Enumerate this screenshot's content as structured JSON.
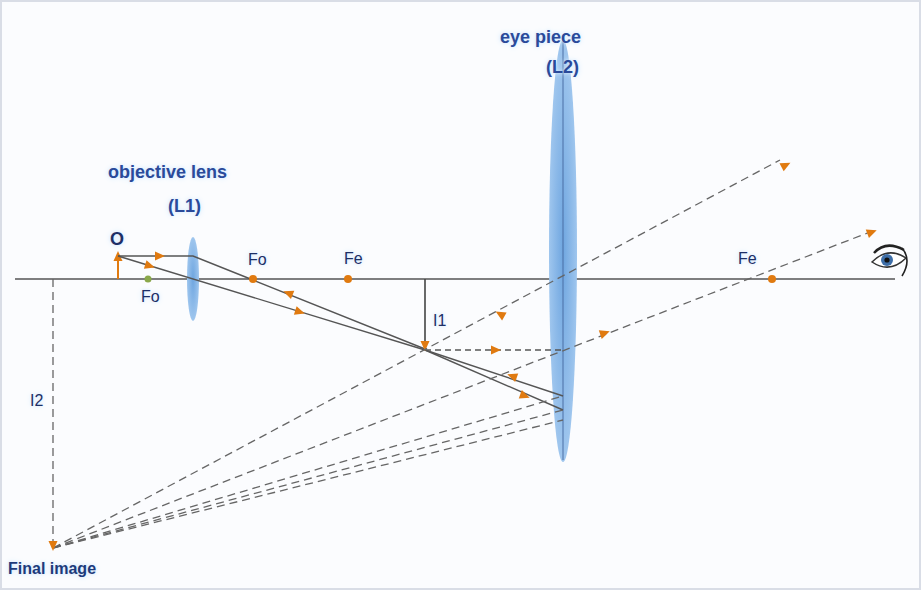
{
  "diagram": {
    "labels": [
      "eye piece",
      "(L2)",
      "objective lens",
      "(L1)",
      "O",
      "Fo",
      "Fe",
      "Fe",
      "Fo",
      "I1",
      "I2",
      "Final image"
    ]
  }
}
